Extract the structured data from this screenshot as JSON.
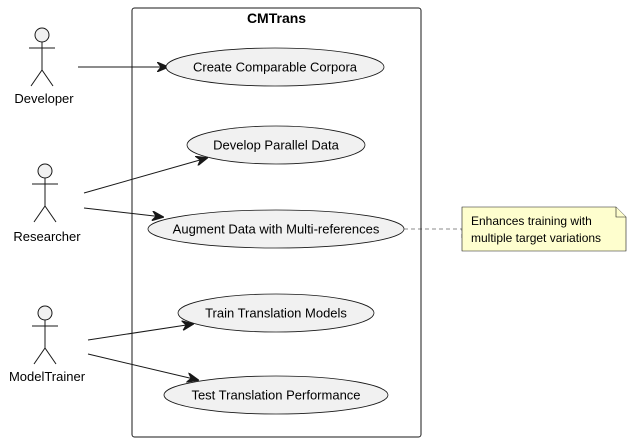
{
  "system": {
    "title": "CMTrans"
  },
  "actors": [
    {
      "id": "developer",
      "name": "Developer"
    },
    {
      "id": "researcher",
      "name": "Researcher"
    },
    {
      "id": "modeltrainer",
      "name": "ModelTrainer"
    }
  ],
  "use_cases": [
    {
      "id": "uc1",
      "label": "Create Comparable Corpora"
    },
    {
      "id": "uc2",
      "label": "Develop Parallel Data"
    },
    {
      "id": "uc3",
      "label": "Augment Data with Multi-references"
    },
    {
      "id": "uc4",
      "label": "Train Translation Models"
    },
    {
      "id": "uc5",
      "label": "Test Translation Performance"
    }
  ],
  "associations": [
    {
      "from": "developer",
      "to": "uc1"
    },
    {
      "from": "researcher",
      "to": "uc2"
    },
    {
      "from": "researcher",
      "to": "uc3"
    },
    {
      "from": "modeltrainer",
      "to": "uc4"
    },
    {
      "from": "modeltrainer",
      "to": "uc5"
    }
  ],
  "note": {
    "attached_to": "uc3",
    "lines": [
      "Enhances training with",
      "multiple target variations"
    ]
  }
}
